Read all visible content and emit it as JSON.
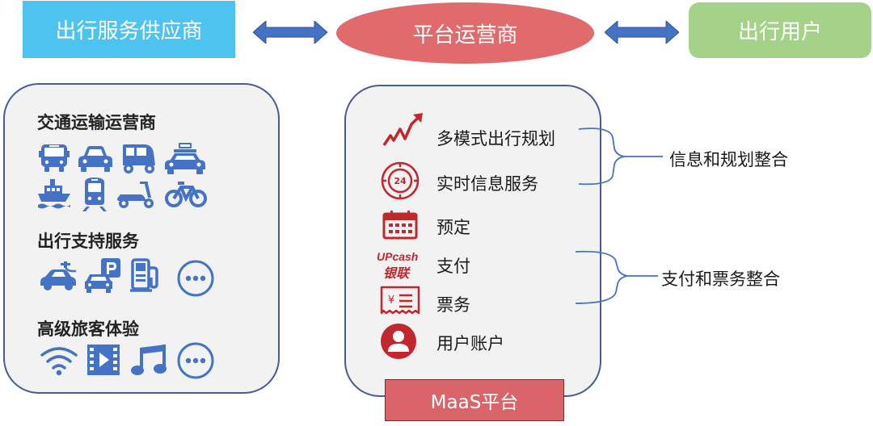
{
  "header": {
    "supplier": "出行服务供应商",
    "platform": "平台运营商",
    "users": "出行用户"
  },
  "left": {
    "sections": [
      {
        "title": "交通运输运营商",
        "icons": [
          "bus-icon",
          "car-icon",
          "tuk-tuk-icon",
          "taxi-icon",
          "ship-icon",
          "train-icon",
          "scooter-icon",
          "bicycle-icon"
        ]
      },
      {
        "title": "出行支持服务",
        "icons": [
          "ev-charging-icon",
          "parking-icon",
          "fuel-pump-icon",
          "more-icon"
        ]
      },
      {
        "title": "高级旅客体验",
        "icons": [
          "wifi-icon",
          "video-icon",
          "music-icon",
          "more-icon"
        ]
      }
    ]
  },
  "center": {
    "items": [
      {
        "label": "多模式出行规划",
        "icon": "trend-arrow-icon"
      },
      {
        "label": "实时信息服务",
        "icon": "24h-clock-icon"
      },
      {
        "label": "预定",
        "icon": "calendar-icon"
      },
      {
        "label": "支付",
        "icon": "unionpay-icon",
        "icon_text_top": "UPcash",
        "icon_text_bottom": "银联"
      },
      {
        "label": "票务",
        "icon": "ticket-icon"
      },
      {
        "label": "用户账户",
        "icon": "user-icon"
      }
    ],
    "tab": "MaaS平台"
  },
  "right": {
    "group1": "信息和规划整合",
    "group2": "支付和票务整合"
  },
  "colors": {
    "supplier": "#4fc3ef",
    "platform": "#e06a6c",
    "users": "#a3d288",
    "panel_border": "#4a5a93",
    "icon_blue": "#4472c4",
    "icon_red": "#c0282e",
    "arrow": "#4472c4"
  }
}
